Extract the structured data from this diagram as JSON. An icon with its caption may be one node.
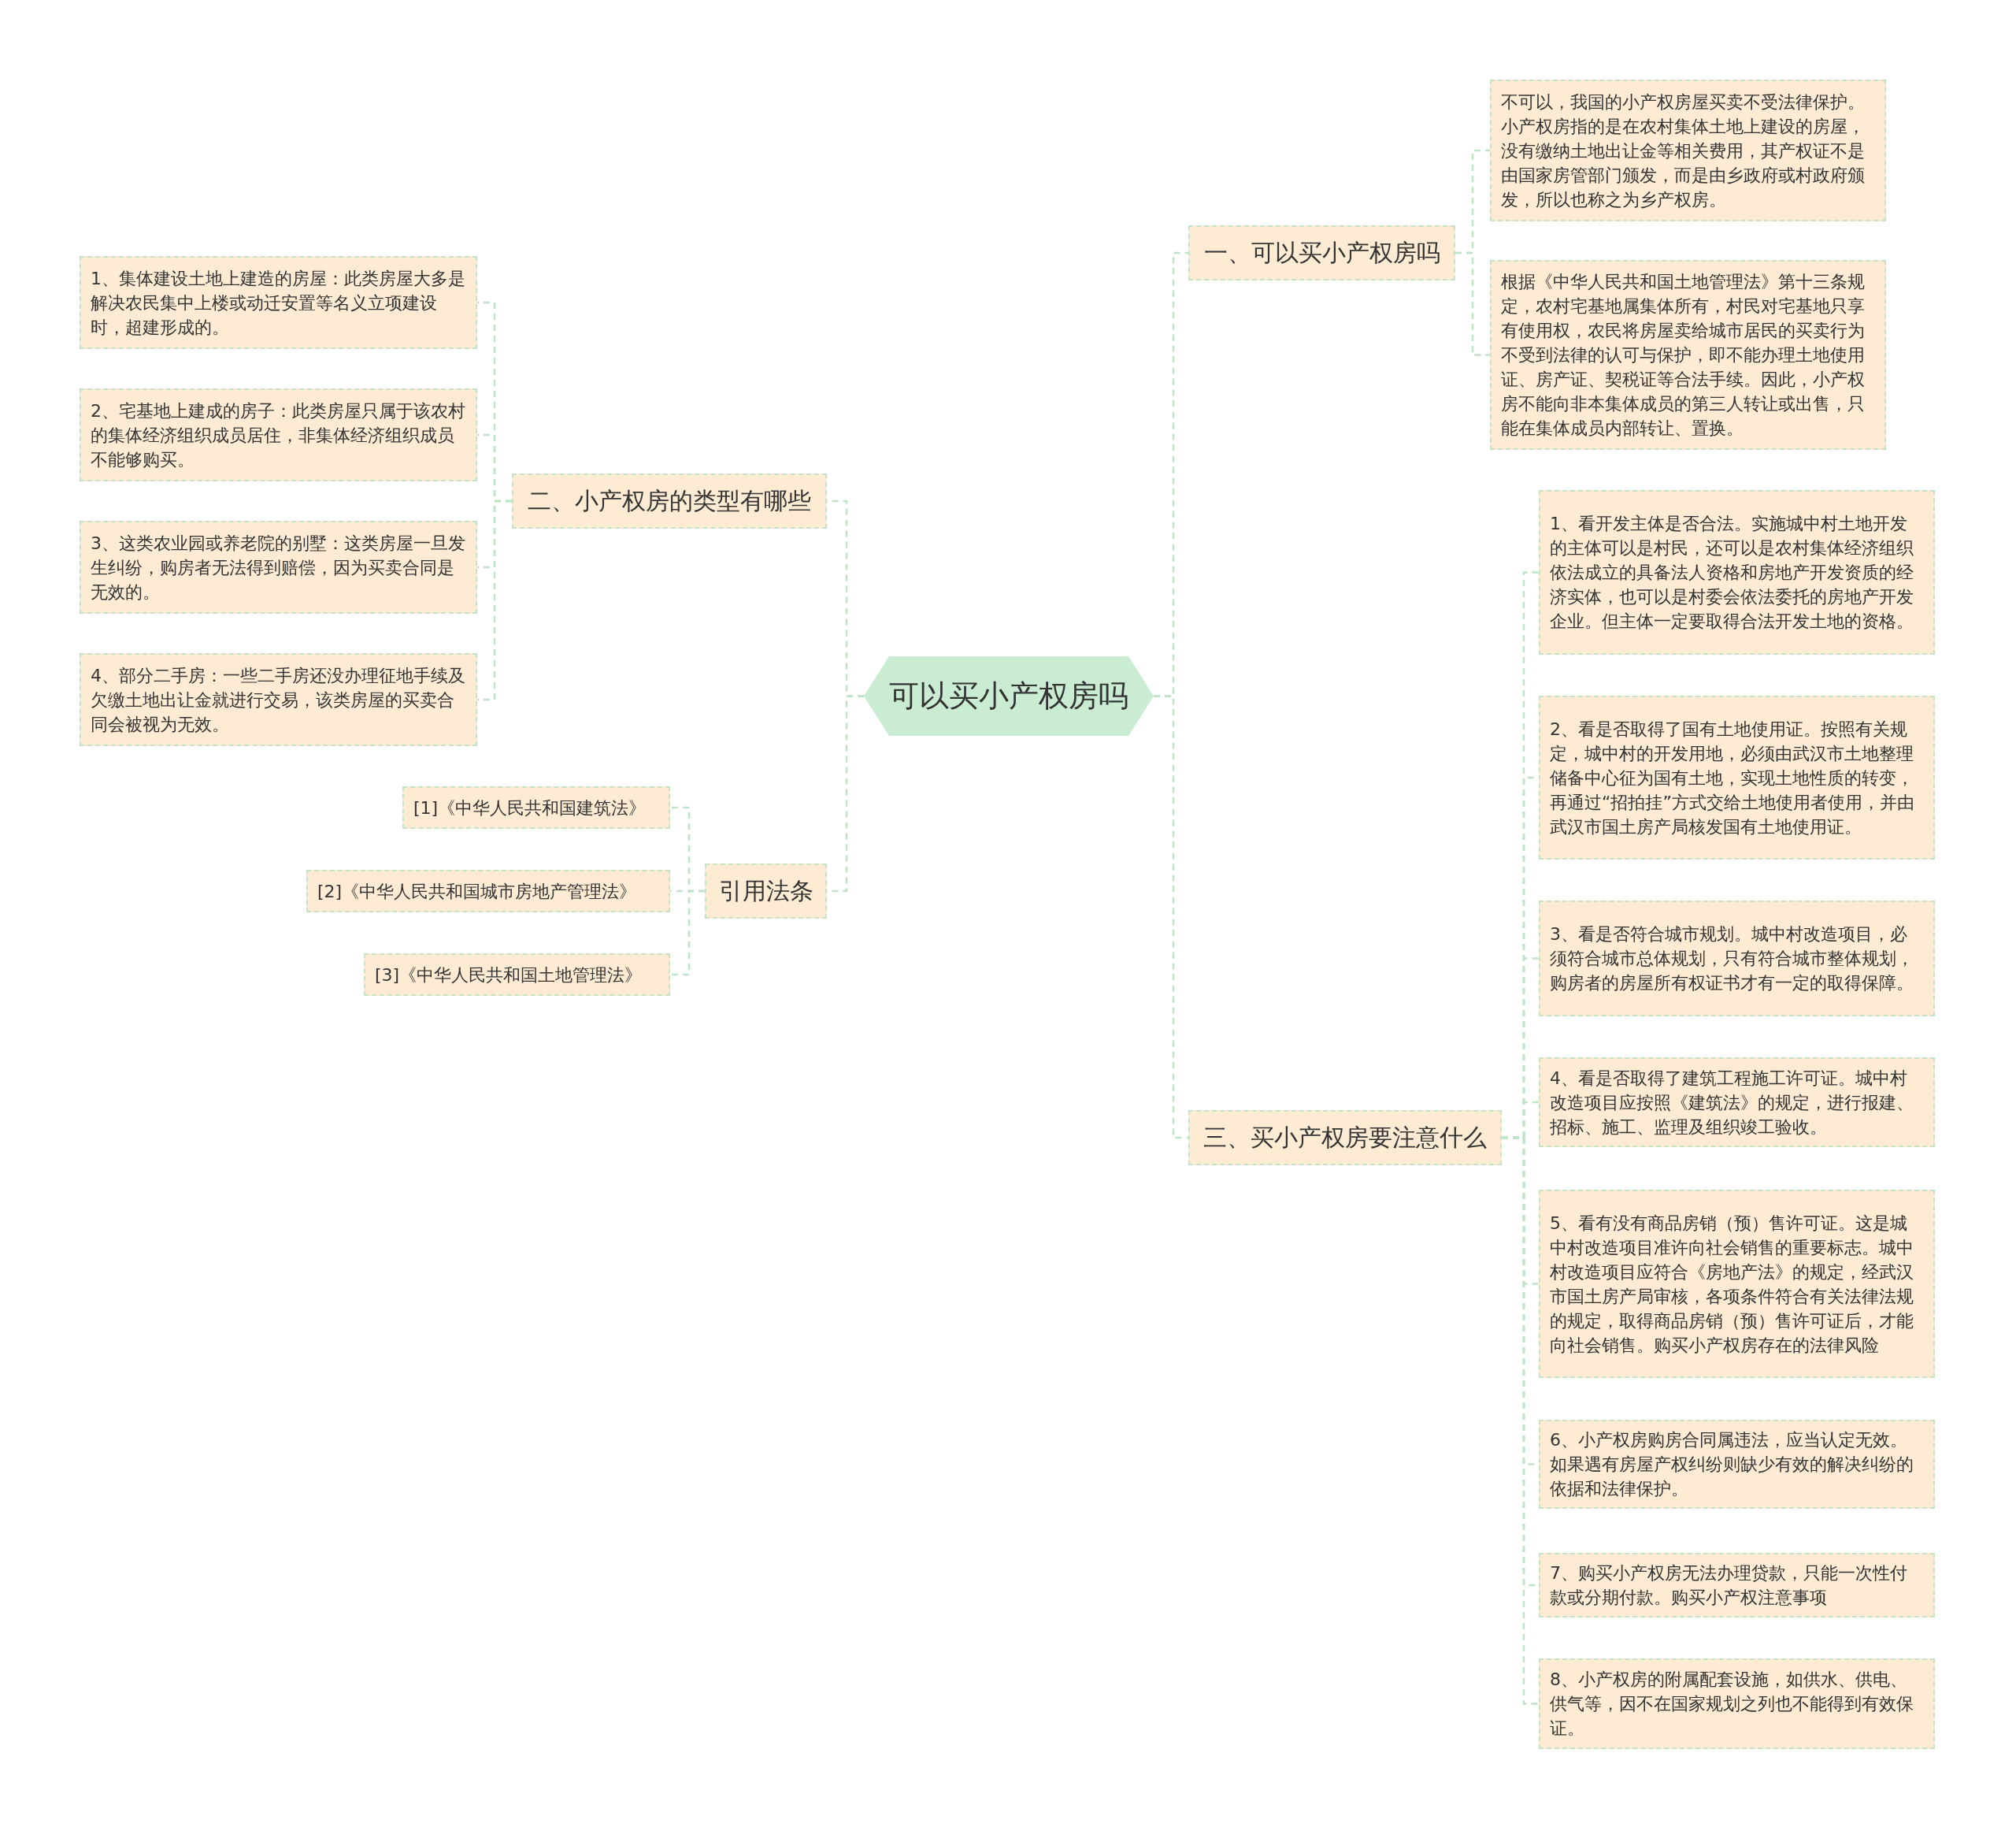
{
  "diagram": {
    "nodes": [
      {
        "text": [
          "可以买小产权房吗"
        ]
      },
      {
        "text": [
          "一、可以买小产权房吗"
        ]
      },
      {
        "text": [
          "不可以，我国的小产权房屋买卖不受法律保护。小产权房指的是在农村集体土地上建设的房屋，没有缴纳土地出让金等相关费用，其产权证不是由国家房管部门颁发，而是由乡政府或村政府颁发，所以也称之为乡产权房。"
        ]
      },
      {
        "text": [
          "根据《中华人民共和国土地管理法》第十三条规定，农村宅基地属集体所有，村民对宅基地只享有使用权，农民将房屋卖给城市居民的买卖行为不受到法律的认可与保护，即不能办理土地使用证、房产证、契税证等合法手续。因此，小产权房不能向非本集体成员的第三人转让或出售，只能在集体成员内部转让、置换。"
        ]
      },
      {
        "text": [
          "二、小产权房的类型有哪些"
        ]
      },
      {
        "text": [
          "1、集体建设土地上建造的房屋：此类房屋大多是解决农民集中上楼或动迁安置等名义立项建设时，超建形成的。"
        ]
      },
      {
        "text": [
          "2、宅基地上建成的房子：此类房屋只属于该农村的集体经济组织成员居住，非集体经济组织成员不能够购买。"
        ]
      },
      {
        "text": [
          "3、这类农业园或养老院的别墅：这类房屋一旦发生纠纷，购房者无法得到赔偿，因为买卖合同是无效的。"
        ]
      },
      {
        "text": [
          "4、部分二手房：一些二手房还没办理征地手续及欠缴土地出让金就进行交易，该类房屋的买卖合同会被视为无效。"
        ]
      },
      {
        "text": [
          "引用法条"
        ]
      },
      {
        "text": [
          "[1]《中华人民共和国建筑法》"
        ]
      },
      {
        "text": [
          "[2]《中华人民共和国城市房地产管理法》"
        ]
      },
      {
        "text": [
          "[3]《中华人民共和国土地管理法》"
        ]
      },
      {
        "text": [
          "三、买小产权房要注意什么"
        ]
      },
      {
        "text": [
          "1、看开发主体是否合法。实施城中村土地开发的主体可以是村民，还可以是农村集体经济组织依法成立的具备法人资格和房地产开发资质的经济实体，也可以是村委会依法委托的房地产开发企业。但主体一定要取得合法开发土地的资格。"
        ]
      },
      {
        "text": [
          "2、看是否取得了国有土地使用证。按照有关规定，城中村的开发用地，必须由武汉市土地整理储备中心征为国有土地，实现土地性质的转变，再通过“招拍挂”方式交给土地使用者使用，并由武汉市国土房产局核发国有土地使用证。"
        ]
      },
      {
        "text": [
          "3、看是否符合城市规划。城中村改造项目，必须符合城市总体规划，只有符合城市整体规划，购房者的房屋所有权证书才有一定的取得保障。"
        ]
      },
      {
        "text": [
          "4、看是否取得了建筑工程施工许可证。城中村改造项目应按照《建筑法》的规定，进行报建、招标、施工、监理及组织竣工验收。"
        ]
      },
      {
        "text": [
          "5、看有没有商品房销（预）售许可证。这是城中村改造项目准许向社会销售的重要标志。城中村改造项目应符合《房地产法》的规定，经武汉市国土房产局审核，各项条件符合有关法律法规的规定，取得商品房销（预）售许可证后，才能向社会销售。购买小产权房存在的法律风险"
        ]
      },
      {
        "text": [
          "6、小产权房购房合同属违法，应当认定无效。如果遇有房屋产权纠纷则缺少有效的解决纠纷的依据和法律保护。"
        ]
      },
      {
        "text": [
          "7、购买小产权房无法办理贷款，只能一次性付款或分期付款。购买小产权注意事项"
        ]
      },
      {
        "text": [
          "8、小产权房的附属配套设施，如供水、供电、供气等，因不在国家规划之列也不能得到有效保证。"
        ]
      }
    ],
    "edges": [
      {
        "from": 0,
        "to": 1,
        "arrow": "none",
        "style": "dashed"
      },
      {
        "from": 1,
        "to": 2,
        "arrow": "none",
        "style": "dashed"
      },
      {
        "from": 1,
        "to": 3,
        "arrow": "none",
        "style": "dashed"
      },
      {
        "from": 0,
        "to": 4,
        "arrow": "none",
        "style": "dashed"
      },
      {
        "from": 4,
        "to": 5,
        "arrow": "none",
        "style": "dashed"
      },
      {
        "from": 4,
        "to": 6,
        "arrow": "none",
        "style": "dashed"
      },
      {
        "from": 4,
        "to": 7,
        "arrow": "none",
        "style": "dashed"
      },
      {
        "from": 4,
        "to": 8,
        "arrow": "none",
        "style": "dashed"
      },
      {
        "from": 0,
        "to": 9,
        "arrow": "none",
        "style": "dashed"
      },
      {
        "from": 9,
        "to": 10,
        "arrow": "none",
        "style": "dashed"
      },
      {
        "from": 9,
        "to": 11,
        "arrow": "none",
        "style": "dashed"
      },
      {
        "from": 9,
        "to": 12,
        "arrow": "none",
        "style": "dashed"
      },
      {
        "from": 0,
        "to": 13,
        "arrow": "none",
        "style": "dashed"
      },
      {
        "from": 13,
        "to": 14,
        "arrow": "none",
        "style": "dashed"
      },
      {
        "from": 13,
        "to": 15,
        "arrow": "none",
        "style": "dashed"
      },
      {
        "from": 13,
        "to": 16,
        "arrow": "none",
        "style": "dashed"
      },
      {
        "from": 13,
        "to": 17,
        "arrow": "none",
        "style": "dashed"
      },
      {
        "from": 13,
        "to": 18,
        "arrow": "none",
        "style": "dashed"
      },
      {
        "from": 13,
        "to": 19,
        "arrow": "none",
        "style": "dashed"
      },
      {
        "from": 13,
        "to": 20,
        "arrow": "none",
        "style": "dashed"
      },
      {
        "from": 13,
        "to": 21,
        "arrow": "none",
        "style": "dashed"
      }
    ]
  }
}
